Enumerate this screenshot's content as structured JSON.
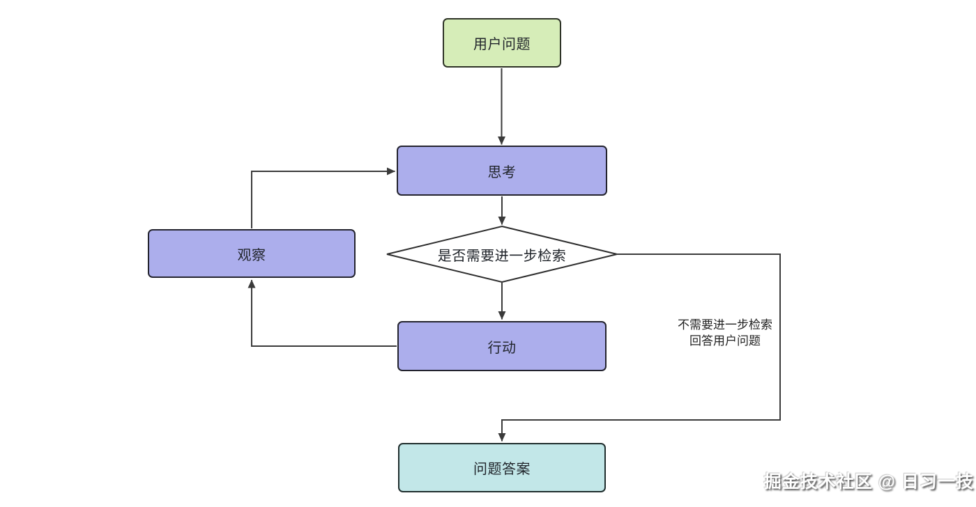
{
  "diagram": {
    "type": "flowchart",
    "nodes": {
      "user_question": {
        "label": "用户问题",
        "shape": "rounded-rect",
        "fill": "#d6edb8"
      },
      "think": {
        "label": "思考",
        "shape": "rounded-rect",
        "fill": "#acaeec"
      },
      "decision": {
        "label": "是否需要进一步检索",
        "shape": "diamond",
        "fill": "#ffffff"
      },
      "action": {
        "label": "行动",
        "shape": "rounded-rect",
        "fill": "#acaeec"
      },
      "observe": {
        "label": "观察",
        "shape": "rounded-rect",
        "fill": "#acaeec"
      },
      "answer": {
        "label": "问题答案",
        "shape": "rounded-rect",
        "fill": "#c2e7e8"
      }
    },
    "edges": [
      {
        "from": "user_question",
        "to": "think"
      },
      {
        "from": "think",
        "to": "decision"
      },
      {
        "from": "decision",
        "to": "action"
      },
      {
        "from": "action",
        "to": "observe"
      },
      {
        "from": "observe",
        "to": "think"
      },
      {
        "from": "decision",
        "to": "answer",
        "label": "不需要进一步检索 回答用户问题"
      }
    ],
    "edge_label": {
      "line1": "不需要进一步检索",
      "line2": "回答用户问题"
    },
    "colors": {
      "line": "#3a3a3a",
      "border": "#2b2b2b",
      "text": "#1f2329",
      "decision_fill": "#ffffff",
      "decision_border": "#2d2d2d"
    },
    "watermark": "掘金技术社区 @ 日习一技"
  }
}
